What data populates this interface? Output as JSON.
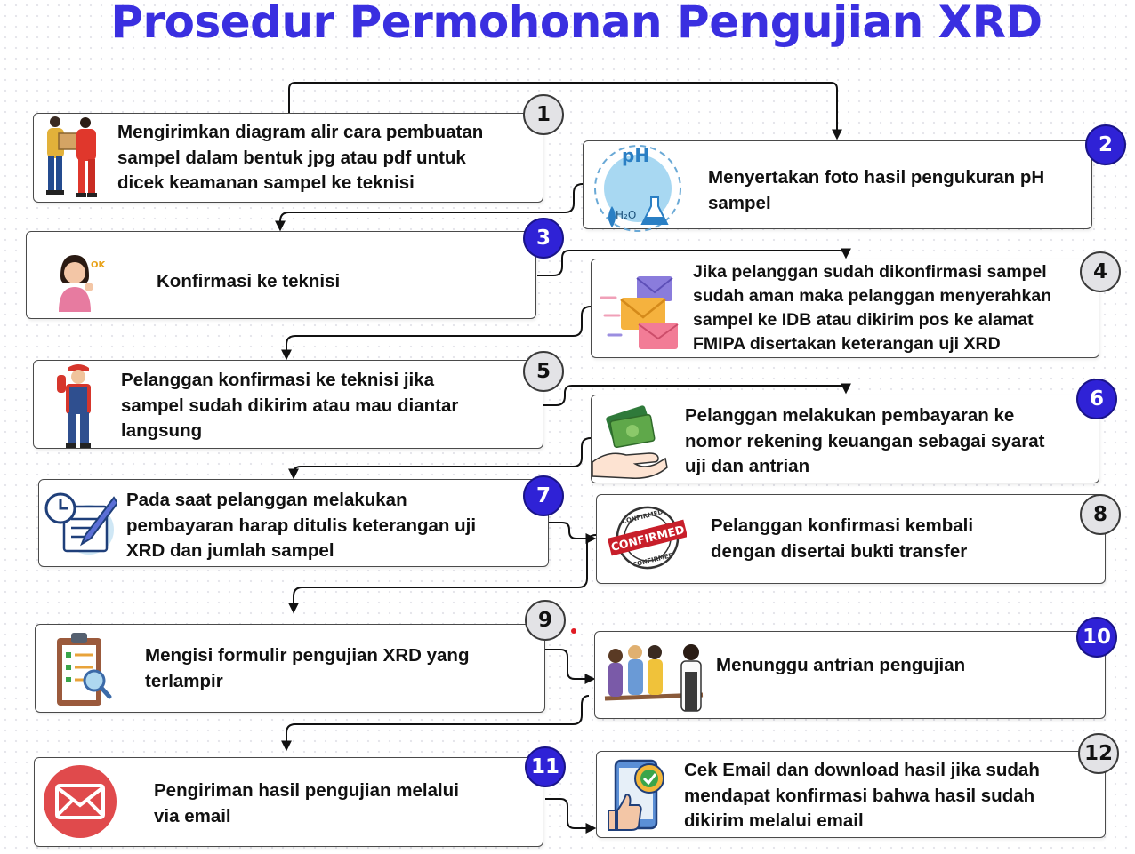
{
  "title": "Prosedur Permohonan Pengujian XRD",
  "steps": [
    {
      "number": "1",
      "text": [
        "Mengirimkan diagram alir cara pembuatan",
        "sampel dalam bentuk jpg atau pdf untuk",
        "dicek keamanan sampel ke teknisi"
      ],
      "icon": "delivery-people-icon"
    },
    {
      "number": "2",
      "text": [
        "Menyertakan foto hasil pengukuran pH",
        "sampel"
      ],
      "icon": "ph-measurement-icon",
      "icon_text": [
        "pH",
        "H₂O"
      ]
    },
    {
      "number": "3",
      "text": [
        "Konfirmasi ke teknisi"
      ],
      "icon": "ok-gesture-woman-icon",
      "icon_text": [
        "OK!"
      ]
    },
    {
      "number": "4",
      "text": [
        "Jika pelanggan sudah dikonfirmasi sampel",
        "sudah aman maka pelanggan menyerahkan",
        "sampel ke IDB atau dikirim pos ke alamat",
        "FMIPA disertakan keterangan uji XRD"
      ],
      "icon": "envelopes-icon"
    },
    {
      "number": "5",
      "text": [
        "Pelanggan konfirmasi ke teknisi jika",
        "sampel sudah dikirim atau mau diantar",
        "langsung"
      ],
      "icon": "technician-icon"
    },
    {
      "number": "6",
      "text": [
        "Pelanggan melakukan pembayaran ke",
        "nomor rekening keuangan sebagai syarat",
        "uji dan antrian"
      ],
      "icon": "money-hand-icon"
    },
    {
      "number": "7",
      "text": [
        "Pada saat pelanggan melakukan",
        "pembayaran harap ditulis keterangan uji",
        "XRD dan jumlah sampel"
      ],
      "icon": "clock-writing-icon"
    },
    {
      "number": "8",
      "text": [
        "Pelanggan konfirmasi kembali",
        "dengan disertai bukti transfer"
      ],
      "icon": "confirmed-stamp-icon",
      "icon_text": [
        "CONFIRMED",
        "CONFIRMED",
        "CONFIRMED"
      ]
    },
    {
      "number": "9",
      "text": [
        "Mengisi formulir pengujian XRD yang",
        "terlampir"
      ],
      "icon": "clipboard-checklist-icon"
    },
    {
      "number": "10",
      "text": [
        "Menunggu antrian pengujian"
      ],
      "icon": "queue-people-icon"
    },
    {
      "number": "11",
      "text": [
        "Pengiriman hasil pengujian melalui",
        "via email"
      ],
      "icon": "email-envelope-icon"
    },
    {
      "number": "12",
      "text": [
        "Cek Email dan download hasil jika sudah",
        "mendapat konfirmasi bahwa hasil sudah",
        "dikirim melalui email"
      ],
      "icon": "phone-thumbs-up-icon"
    }
  ],
  "colors": {
    "title": "#3a2fe0",
    "badge_blue": "#2f22d6",
    "badge_gray": "#e3e3e6",
    "border": "#4a4a4a",
    "connector": "#111111"
  }
}
